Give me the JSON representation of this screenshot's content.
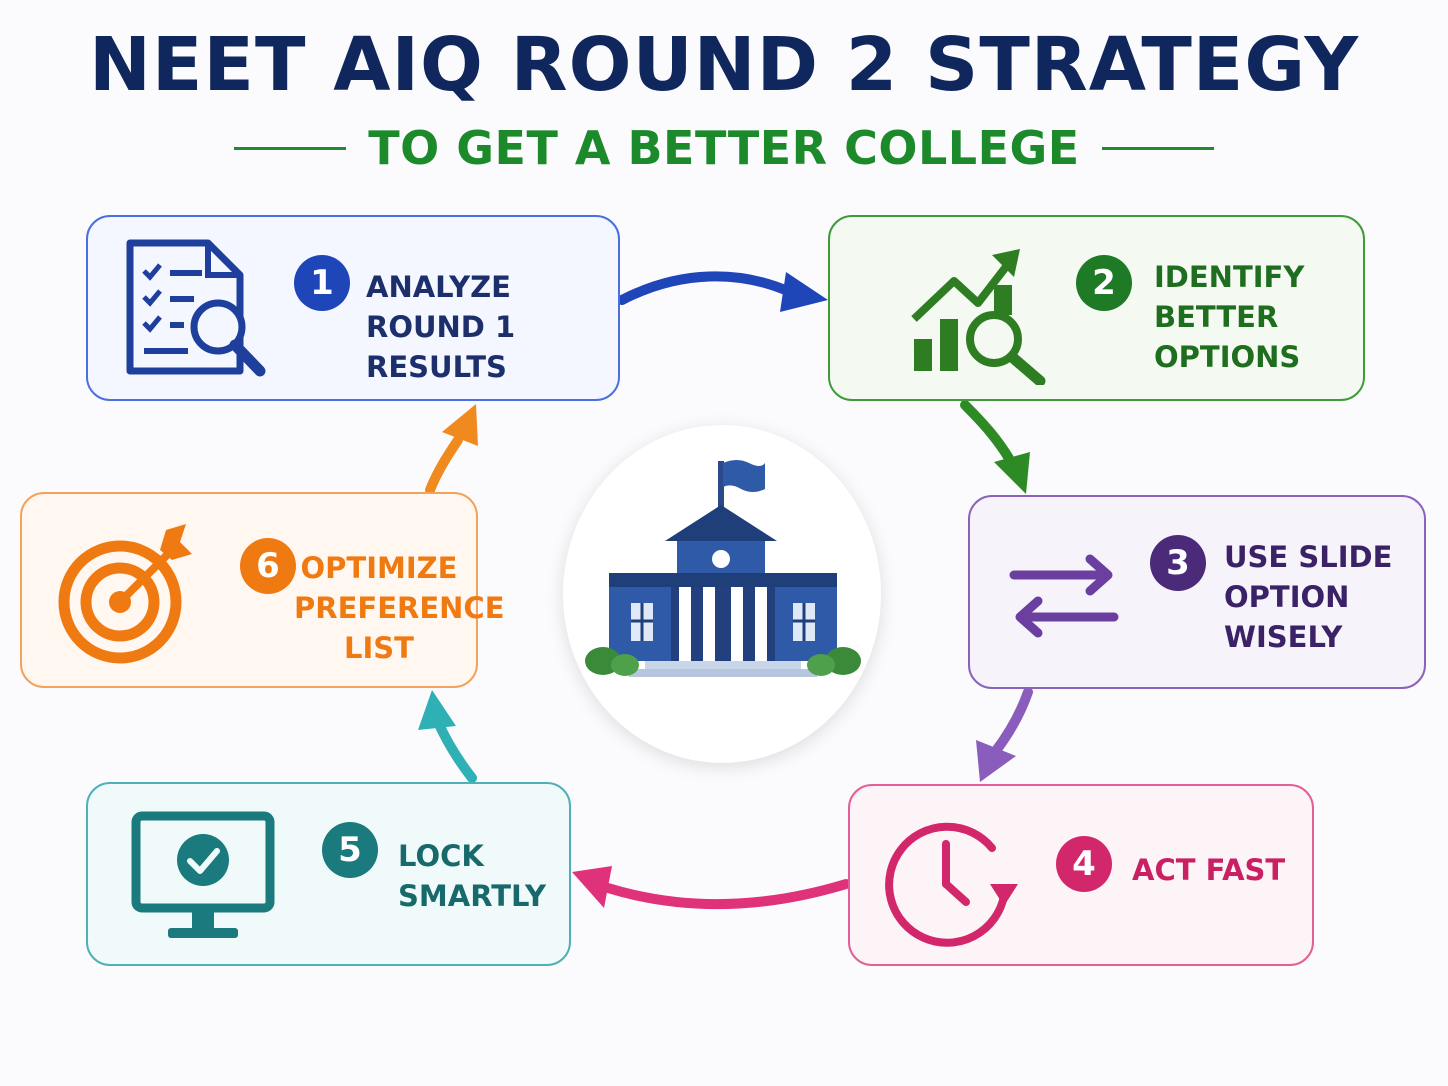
{
  "title": "NEET AIQ ROUND 2 STRATEGY",
  "subtitle": "TO GET A BETTER COLLEGE",
  "steps": [
    {
      "number": "1",
      "label": "ANALYZE\nROUND 1 RESULTS",
      "color": "#1e46b8",
      "icon": "document-magnifier-icon"
    },
    {
      "number": "2",
      "label": "IDENTIFY\nBETTER\nOPTIONS",
      "color": "#1f7a26",
      "icon": "growth-chart-magnifier-icon"
    },
    {
      "number": "3",
      "label": "USE SLIDE\nOPTION\nWISELY",
      "color": "#4b2a7a",
      "icon": "swap-arrows-icon"
    },
    {
      "number": "4",
      "label": "ACT FAST",
      "color": "#d2276b",
      "icon": "clock-icon"
    },
    {
      "number": "5",
      "label": "LOCK\nSMARTLY",
      "color": "#1a7a7d",
      "icon": "monitor-check-icon"
    },
    {
      "number": "6",
      "label": "OPTIMIZE\nPREFERENCE\nLIST",
      "color": "#f07a12",
      "icon": "target-icon"
    }
  ],
  "center_icon": "college-building-icon"
}
